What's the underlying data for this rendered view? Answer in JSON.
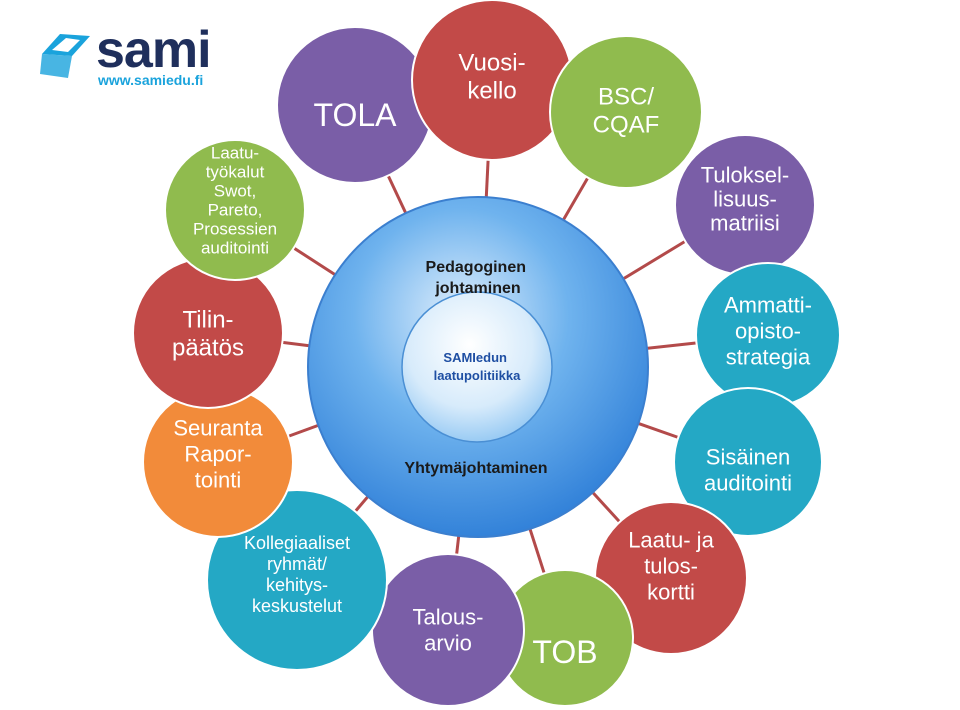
{
  "logo": {
    "brand": "sami",
    "url": "www.samiedu.fi"
  },
  "center": {
    "top_label": [
      "Pedagoginen",
      "johtaminen"
    ],
    "inner_label": [
      "SAMIedun",
      "laatupolitiikka"
    ],
    "bottom_label": [
      "Yhtymäjohtaminen"
    ]
  },
  "nodes": [
    {
      "id": "tola",
      "lines": [
        "TOLA"
      ],
      "color": "#7a5ea7"
    },
    {
      "id": "vuosikello",
      "lines": [
        "Vuosi-",
        "kello"
      ],
      "color": "#c24a48"
    },
    {
      "id": "bsc",
      "lines": [
        "BSC/",
        "CQAF"
      ],
      "color": "#90bb4e"
    },
    {
      "id": "tuloksellisuus",
      "lines": [
        "Tuloksel-",
        "lisuus-",
        "matriisi"
      ],
      "color": "#7a5ea7"
    },
    {
      "id": "ammattiopisto",
      "lines": [
        "Ammatti-",
        "opisto-",
        "strategia"
      ],
      "color": "#24a8c5"
    },
    {
      "id": "sisainen",
      "lines": [
        "Sisäinen",
        "auditointi"
      ],
      "color": "#24a8c5"
    },
    {
      "id": "laatu",
      "lines": [
        "Laatu- ja",
        "tulos-",
        "kortti"
      ],
      "color": "#c24a48"
    },
    {
      "id": "tob",
      "lines": [
        "TOB"
      ],
      "color": "#90bb4e"
    },
    {
      "id": "talous",
      "lines": [
        "Talous-",
        "arvio"
      ],
      "color": "#7a5ea7"
    },
    {
      "id": "kollegiaaliset",
      "lines": [
        "Kollegiaaliset",
        "ryhmät/",
        "kehitys-",
        "keskustelut"
      ],
      "color": "#24a8c5"
    },
    {
      "id": "seuranta",
      "lines": [
        "Seuranta",
        "Rapor-",
        "tointi"
      ],
      "color": "#f28b3a"
    },
    {
      "id": "tilinpaatos",
      "lines": [
        "Tilin-",
        "päätös"
      ],
      "color": "#c24a48"
    },
    {
      "id": "laatutyokalut",
      "lines": [
        "Laatu-",
        "työkalut",
        "Swot,",
        "Pareto,",
        "Prosessien",
        "auditointi"
      ],
      "color": "#90bb4e"
    }
  ]
}
